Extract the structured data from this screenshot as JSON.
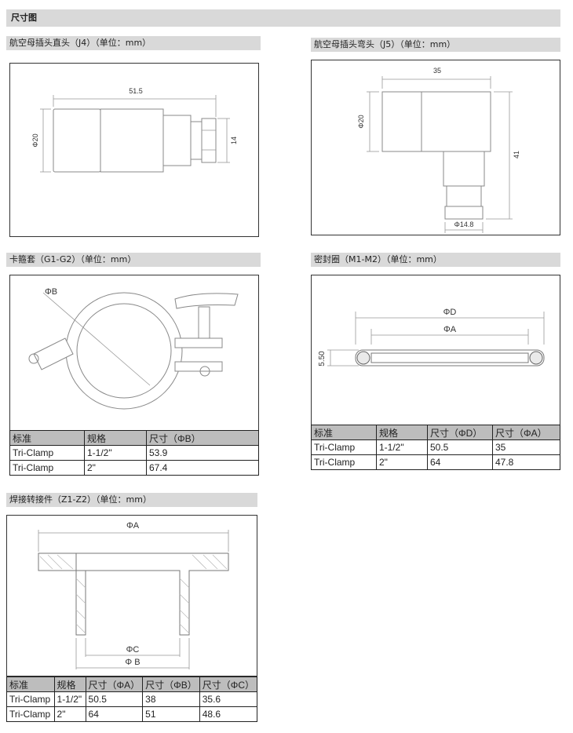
{
  "header": {
    "title": "尺寸图"
  },
  "sections": {
    "j4": {
      "title": "航空母插头直头（J4）（单位：mm）",
      "dim_length": "51.5",
      "dim_dia": "Φ20",
      "dim_nut": "14"
    },
    "j5": {
      "title": "航空母插头弯头（J5）（单位：mm）",
      "dim_width": "35",
      "dim_dia": "Φ20",
      "dim_height": "41",
      "dim_bottom": "Φ14.8"
    },
    "clamp": {
      "title": "卡箍套（G1-G2）（单位：mm）",
      "label_b": "ΦB",
      "headers": [
        "标准",
        "规格",
        "尺寸（ΦB）"
      ],
      "rows": [
        [
          "Tri-Clamp",
          "1-1/2\"",
          "53.9"
        ],
        [
          "Tri-Clamp",
          "2\"",
          "67.4"
        ]
      ]
    },
    "seal": {
      "title": "密封圈（M1-M2）（单位：mm）",
      "label_d": "ΦD",
      "label_a": "ΦA",
      "label_h": "5.50",
      "headers": [
        "标准",
        "规格",
        "尺寸（ΦD）",
        "尺寸（ΦA）"
      ],
      "rows": [
        [
          "Tri-Clamp",
          "1-1/2\"",
          "50.5",
          "35"
        ],
        [
          "Tri-Clamp",
          "2\"",
          "64",
          "47.8"
        ]
      ]
    },
    "weld": {
      "title": "焊接转接件（Z1-Z2）（单位：mm）",
      "label_a": "ΦA",
      "label_c": "ΦC",
      "label_b": "Φ B",
      "headers": [
        "标准",
        "规格",
        "尺寸（ΦA）",
        "尺寸（ΦB）",
        "尺寸（ΦC）"
      ],
      "rows": [
        [
          "Tri-Clamp",
          "1-1/2\"",
          "50.5",
          "38",
          "35.6"
        ],
        [
          "Tri-Clamp",
          "2\"",
          "64",
          "51",
          "48.6"
        ]
      ]
    }
  }
}
